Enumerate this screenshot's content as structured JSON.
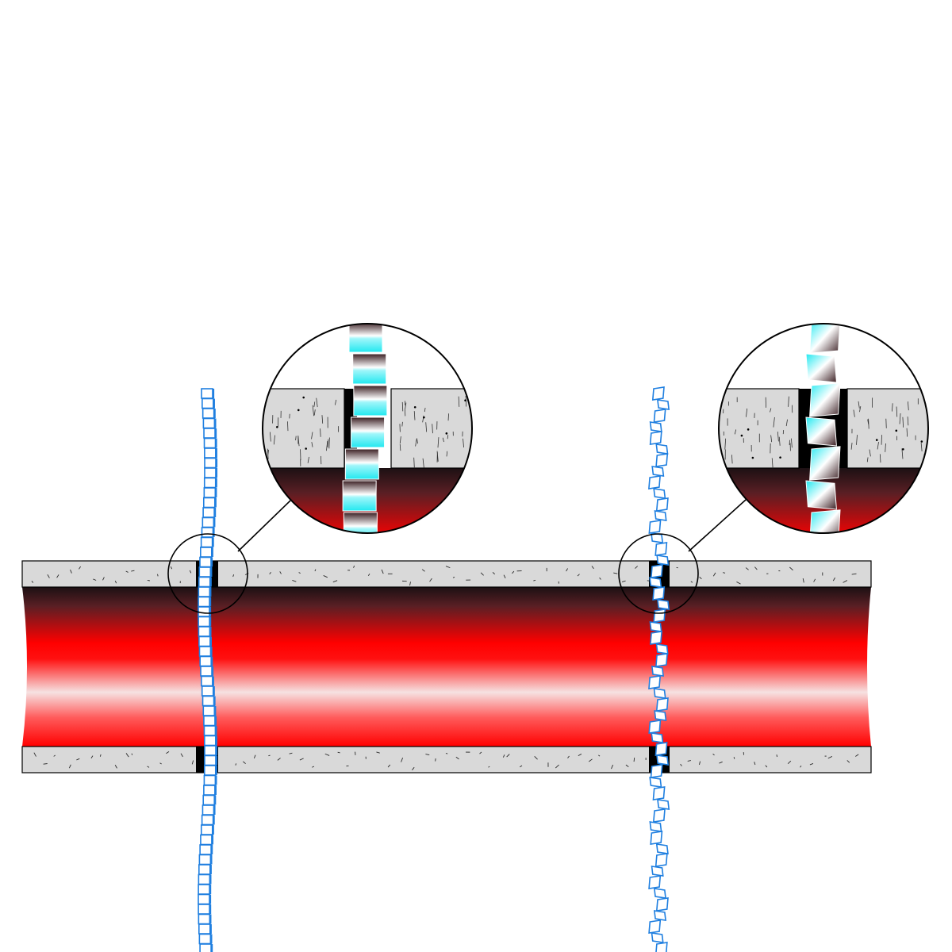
{
  "colors": {
    "background": "#ffffff",
    "outline": "#000000",
    "insulation_fill": "#d9d9d9",
    "insulation_fleck": "#2b2b2b",
    "pipe_dark": "#221418",
    "pipe_red": "#ff0000",
    "pipe_highlight": "#f5dede",
    "cable_blue": "#1f7fe0",
    "cable_segment_fill": "#ffffff",
    "zoom_cable_cyan": "#21e8f0",
    "zoom_cable_dark": "#3a1e22",
    "gap_black": "#000000"
  },
  "scene": {
    "components": [
      "pipe-wall",
      "insulation-top",
      "insulation-bottom",
      "straight-heating-cable",
      "twisted-heating-cable",
      "magnifier-left",
      "magnifier-right"
    ],
    "cables": [
      {
        "id": "left",
        "style": "straight-segments"
      },
      {
        "id": "right",
        "style": "twisted-segments"
      }
    ]
  }
}
